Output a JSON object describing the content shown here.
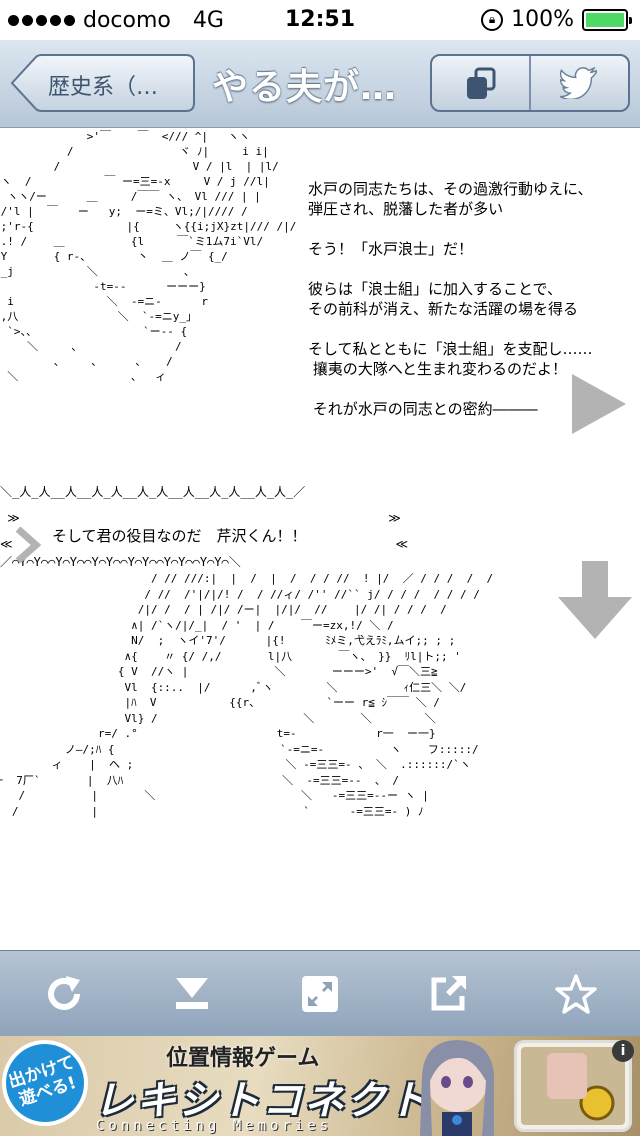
{
  "status_bar": {
    "carrier": "docomo",
    "network": "4G",
    "time": "12:51",
    "battery": "100%",
    "battery_level": 1.0
  },
  "nav": {
    "back_label": "歴史系（…",
    "title": "やる夫が…",
    "icons": [
      "layers-icon",
      "twitter-bird-icon"
    ]
  },
  "story": {
    "narration": "水戸の同志たちは、その過激行動ゆえに、\n弾圧され、脱藩した者が多い\n\nそう！「水戸浪士」だ！\n\n彼らは「浪士組」に加入することで、\nその前科が消え、新たな活躍の場を得る\n\nそして私とともに「浪士組」を支配し……\n 攘夷の大隊へと生まれ変わるのだよ！\n\n それが水戸の同志との密約―――",
    "speech": "そして君の役目なのだ　芹沢くん！！",
    "aa_top": "              >'￣    ￣  </// ^|   ヽヽ\n           /                ヾ ﾉ|     i i|\n         /                    V / |l  | |l/\n/ヽ  /           ￣ ー=三=-x     V / j //l|\n/ ヽヽ/ー      ＿     /￣￣ ヽ、 Vl /// | |\n//'l |  ￣   ー   y;  ー=ミ、Vl;/|//// /\n|;'r-{              |{     ヽ{{i;jX}zt|/// /|/\n'.! /    ＿          {l     ￣`ミ1ム7i`Vl/\n Y       { r-、       丶  ＿ ノ￣ {_/\n}_j           ＼             、\n               -t=--      ーーー}\n  i              ＼  -=ニ-      r\n ,八               ＼  `-=ニy_」\n  `>、、                `ー-- {\n     ＼     、              /\n         、    、     、   /\n  ＼                 、  ィ",
    "aa_banner_top": "＼_人_人__人__人_人__人_人__人__人_人__人_人_／",
    "aa_banner_mid": " ≫                                                   ≫\n≪                                                     ≪",
    "aa_banner_bot": "／⌒Y⌒Y⌒⌒Y⌒Y⌒⌒Y⌒Y⌒⌒Y⌒Y⌒⌒Y⌒Y⌒⌒Y⌒Y⌒＼",
    "aa_bottom": "                        / // ///:|  |  /  |  /  / / //  ! |/  ／ / / /  /  /\n                       / //  /'|/|/! /  / //ィ/ /'' //`` j/ / / /  / / / /\n                      /|/ /  / | /|/ /ー|  |/|/  //    |/ /| / / /  /\n                     ∧| /`ヽ/|/_|  / '  | /    ￣ー=zx,!/ ＼ /\n                     N/  ;  ヽイ'7'/      |{!      ﾐﾒミ,弋えﾗﾐ,ムイ;; ; ;\n                    ∧{    〃 {/ /,/       l|八       ￣ヽ、 }}  ﾘl|ト;; '\n                   { V  //ヽ |             ＼       ーーー>'  √￣＼三≧\n                    Vl  {::..  |/      ,ﾞヽ        ＼          ｨ仁三＼ ＼/\n                    |ﾊ  V           {{r、          `ーー r≦ ｼ￣￣ ＼ /\n                    Vl} /                      ＼       ＼        ＼\n                r=/ .°                     t=-            r一  ー一}\n           ノ―/;ﾊ {                         `-=ニ=-          ヽ    フ:::::/\n         ィ    |  ヘ ;                       ＼ -=三三=- 、 ＼  .::::::/`ヽ\n一  7厂`       |  八ﾊ                        ＼  -=三三=--  、 /\n    /          |       ＼                      ＼   -=三三=--ー ヽ |\n   /           |                               `      -=三三=- ) ﾉ"
  },
  "toolbar": {
    "items": [
      "refresh-icon",
      "download-icon",
      "fullscreen-icon",
      "share-icon",
      "favorite-star-icon"
    ]
  },
  "ad": {
    "badge": "出かけて\n遊べる!",
    "subtitle": "位置情報ゲーム",
    "logo": "レキシトコネクト",
    "tagline": "Connecting Memories",
    "info": "i"
  },
  "colors": {
    "nav_title": "#ffffff",
    "toolbar_icon": "#ffffff",
    "arrow_gray": "#b3b3b3",
    "battery_fill": "#4cd964"
  }
}
